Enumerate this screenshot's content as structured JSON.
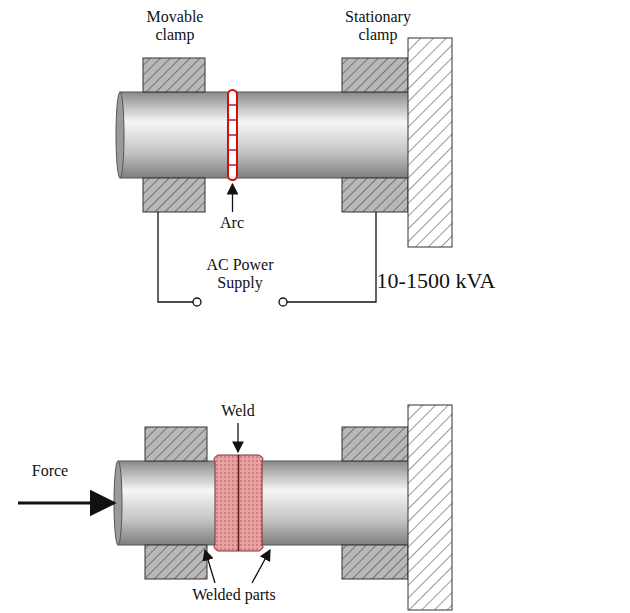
{
  "diagram": {
    "labels": [
      "Movable clamp",
      "Stationary clamp",
      "Arc",
      "AC Power Supply",
      "10-1500 kVA",
      "Weld",
      "Force",
      "Welded parts"
    ]
  }
}
